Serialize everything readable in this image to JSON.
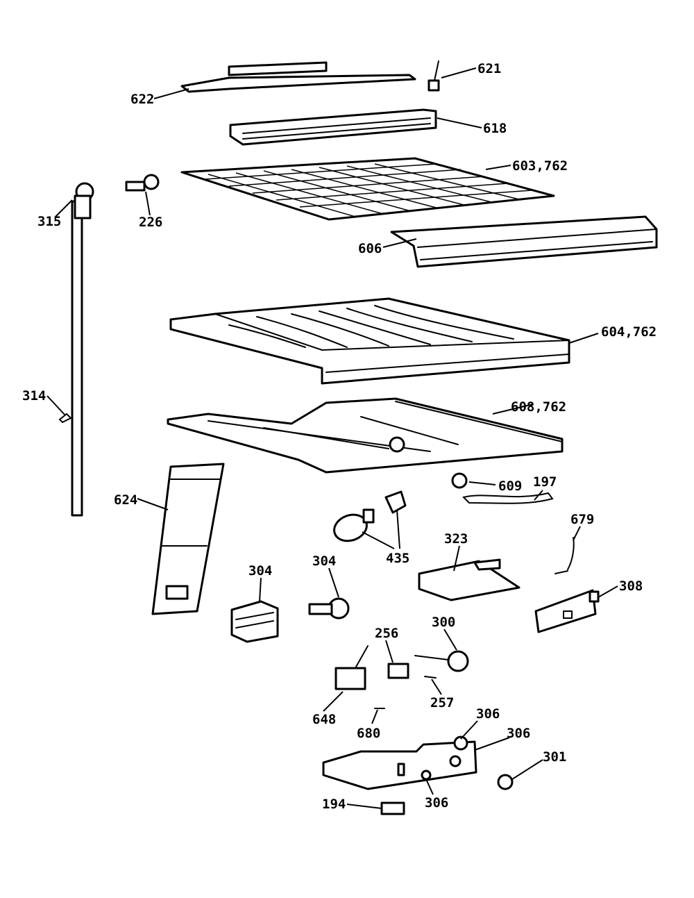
{
  "diagram": {
    "callouts": {
      "p621": "621",
      "p622": "622",
      "p618": "618",
      "p603": "603,762",
      "p315": "315",
      "p226": "226",
      "p606": "606",
      "p604": "604,762",
      "p314": "314",
      "p608": "608,762",
      "p624": "624",
      "p609": "609",
      "p197": "197",
      "p679": "679",
      "p435": "435",
      "p323": "323",
      "p304a": "304",
      "p304b": "304",
      "p308": "308",
      "p256": "256",
      "p300": "300",
      "p257": "257",
      "p648": "648",
      "p680": "680",
      "p306a": "306",
      "p306b": "306",
      "p301": "301",
      "p194": "194",
      "p306c": "306"
    }
  }
}
